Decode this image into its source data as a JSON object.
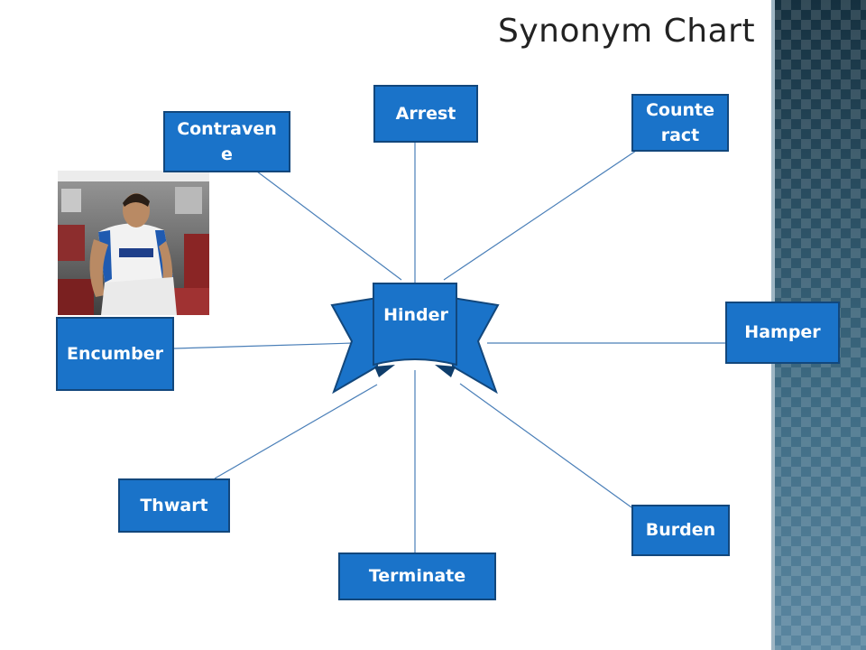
{
  "slide": {
    "title": "Synonym Chart"
  },
  "center": {
    "label": "Hinder"
  },
  "synonyms": [
    {
      "label": "Arrest"
    },
    {
      "label": "Counte\nract"
    },
    {
      "label": "Contraven\ne"
    },
    {
      "label": "Hamper"
    },
    {
      "label": "Encumber"
    },
    {
      "label": "Thwart"
    },
    {
      "label": "Burden"
    },
    {
      "label": "Terminate"
    }
  ],
  "colors": {
    "box_fill": "#1a73c9",
    "box_border": "#12477c",
    "connector": "#4a7fb8",
    "sidebar": "#2e5a74"
  },
  "icons": {
    "photo": "soccer-player-photo",
    "center_shape": "ribbon-banner-icon"
  }
}
